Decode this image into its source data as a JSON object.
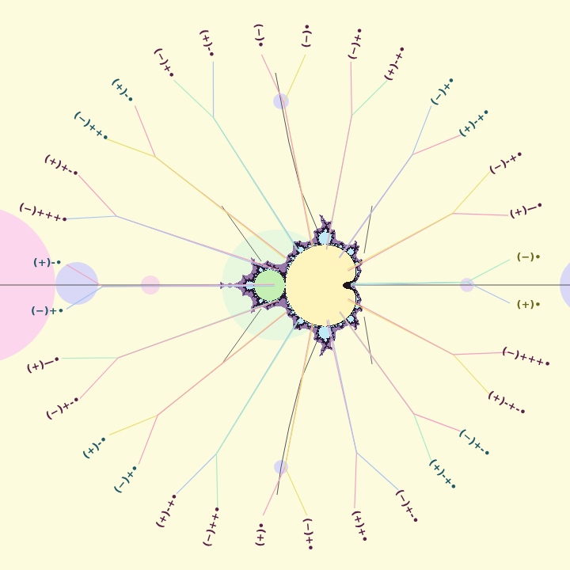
{
  "diagram": {
    "labels": [
      "(+)-•",
      "(−)+•",
      "(+)—•",
      "(−)+-•",
      "(+)-•",
      "(−)+•",
      "(+)-+•",
      "(−)++•",
      "(+)•",
      "(−)+•",
      "(+)+•",
      "(−)+-•",
      "(+)-+•",
      "(−)+-•",
      "(+)-+-•",
      "(−)+++•",
      "(+)•",
      "(−)•",
      "(+)—•",
      "(−)-+•",
      "(+)-+•",
      "(−)+•",
      "(+)-+•",
      "(−)+•",
      "(−)•",
      "(−)•",
      "(+)-•",
      "(−)+•",
      "(+)-•",
      "(−)++•",
      "(+)+-•",
      "(−)+++•"
    ]
  }
}
